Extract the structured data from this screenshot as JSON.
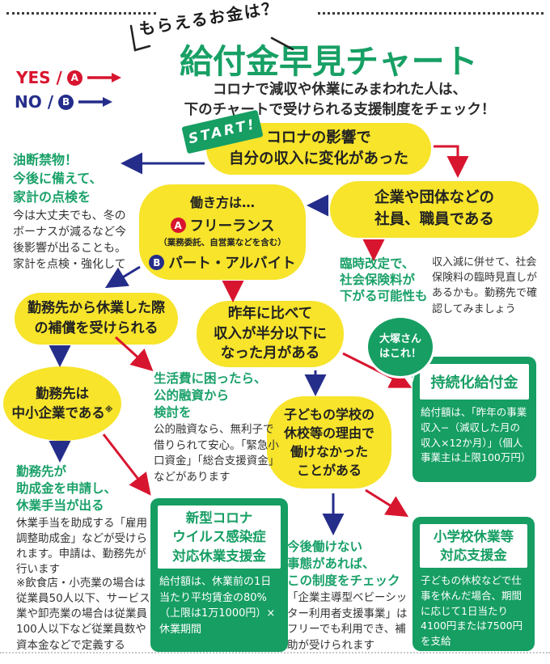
{
  "colors": {
    "yes_red": "#d8152f",
    "no_blue": "#252d8a",
    "green": "#169e63",
    "yellow": "#f7e42b"
  },
  "header": {
    "tagline": "もらえるお金は？",
    "title": "給付金早見チャート",
    "subtitle": "コロナで減収や休業にみまわれた人は、\n下のチャートで受けられる支援制度をチェック！",
    "start_label": "START!"
  },
  "legend": {
    "yes_label": "YES /",
    "no_label": "NO /",
    "a": "A",
    "b": "B"
  },
  "nodes": {
    "q1": "コロナの影響で\n自分の収入に変化があった",
    "q2": "企業や団体などの\n社員、職員である",
    "q3_heading": "働き方は…",
    "q3_a_label": "フリーランス",
    "q3_a_note": "（業務委託、自営業などを含む）",
    "q3_b_label": "パート・アルバイト",
    "q4": "勤務先から休業した際\nの補償を受けられる",
    "q5": "昨年に比べて\n収入が半分以下に\nなった月がある",
    "q6": "勤務先は\n中小企業である",
    "q6_mark": "※",
    "q7": "子どもの学校の\n休校等の理由で\n働けなかった\nことがある"
  },
  "bubble": {
    "text": "大塚さん\nはこれ！"
  },
  "advice": {
    "t1_heading": "油断禁物！\n今後に備えて、\n家計の点検を",
    "t1_body": "今は大丈夫でも、冬のボーナスが減るなど今後影響が出ることも。家計を点検・強化して",
    "t2_heading": "臨時改定で、\n社会保険料が\n下がる可能性も",
    "t2_body": "収入減に併せて、社会保険料の臨時見直しがあるかも。勤務先で確認してみましょう",
    "t3_heading": "生活費に困ったら、\n公的融資から\n検討を",
    "t3_body": "公的融資なら、無利子で借りられて安心。「緊急小口資金」「総合支援資金」などがあります",
    "t4_heading": "勤務先が\n助成金を申請し、\n休業手当が出る",
    "t4_body": "休業手当を助成する「雇用調整助成金」などが受けられます。申請は、勤務先が行います",
    "t4_note": "※飲食店・小売業の場合は従業員50人以下、サービス業や卸売業の場合は従業員100人以下など従業員数や資本金などで定義する",
    "t5_heading": "今後働けない\n事態があれば、\nこの制度をチェック",
    "t5_body": "「企業主導型ベビーシッター利用者支援事業」はフリーでも利用でき、補助が受けられます"
  },
  "benefits": {
    "g1_title": "持続化給付金",
    "g1_body": "給付額は、「昨年の事業収入−（減収した月の収入×12か月）」（個人事業主は上限100万円）",
    "g2_title": "新型コロナ\nウイルス感染症\n対応休業支援金",
    "g2_body": "給付額は、休業前の1日当たり平均賃金の80%（上限は1万1000円）×休業期間",
    "g3_title": "小学校休業等\n対応支援金",
    "g3_body": "子どもの休校などで仕事を休んだ場合、期間に応じて1日当たり4100円または7500円を支給"
  }
}
